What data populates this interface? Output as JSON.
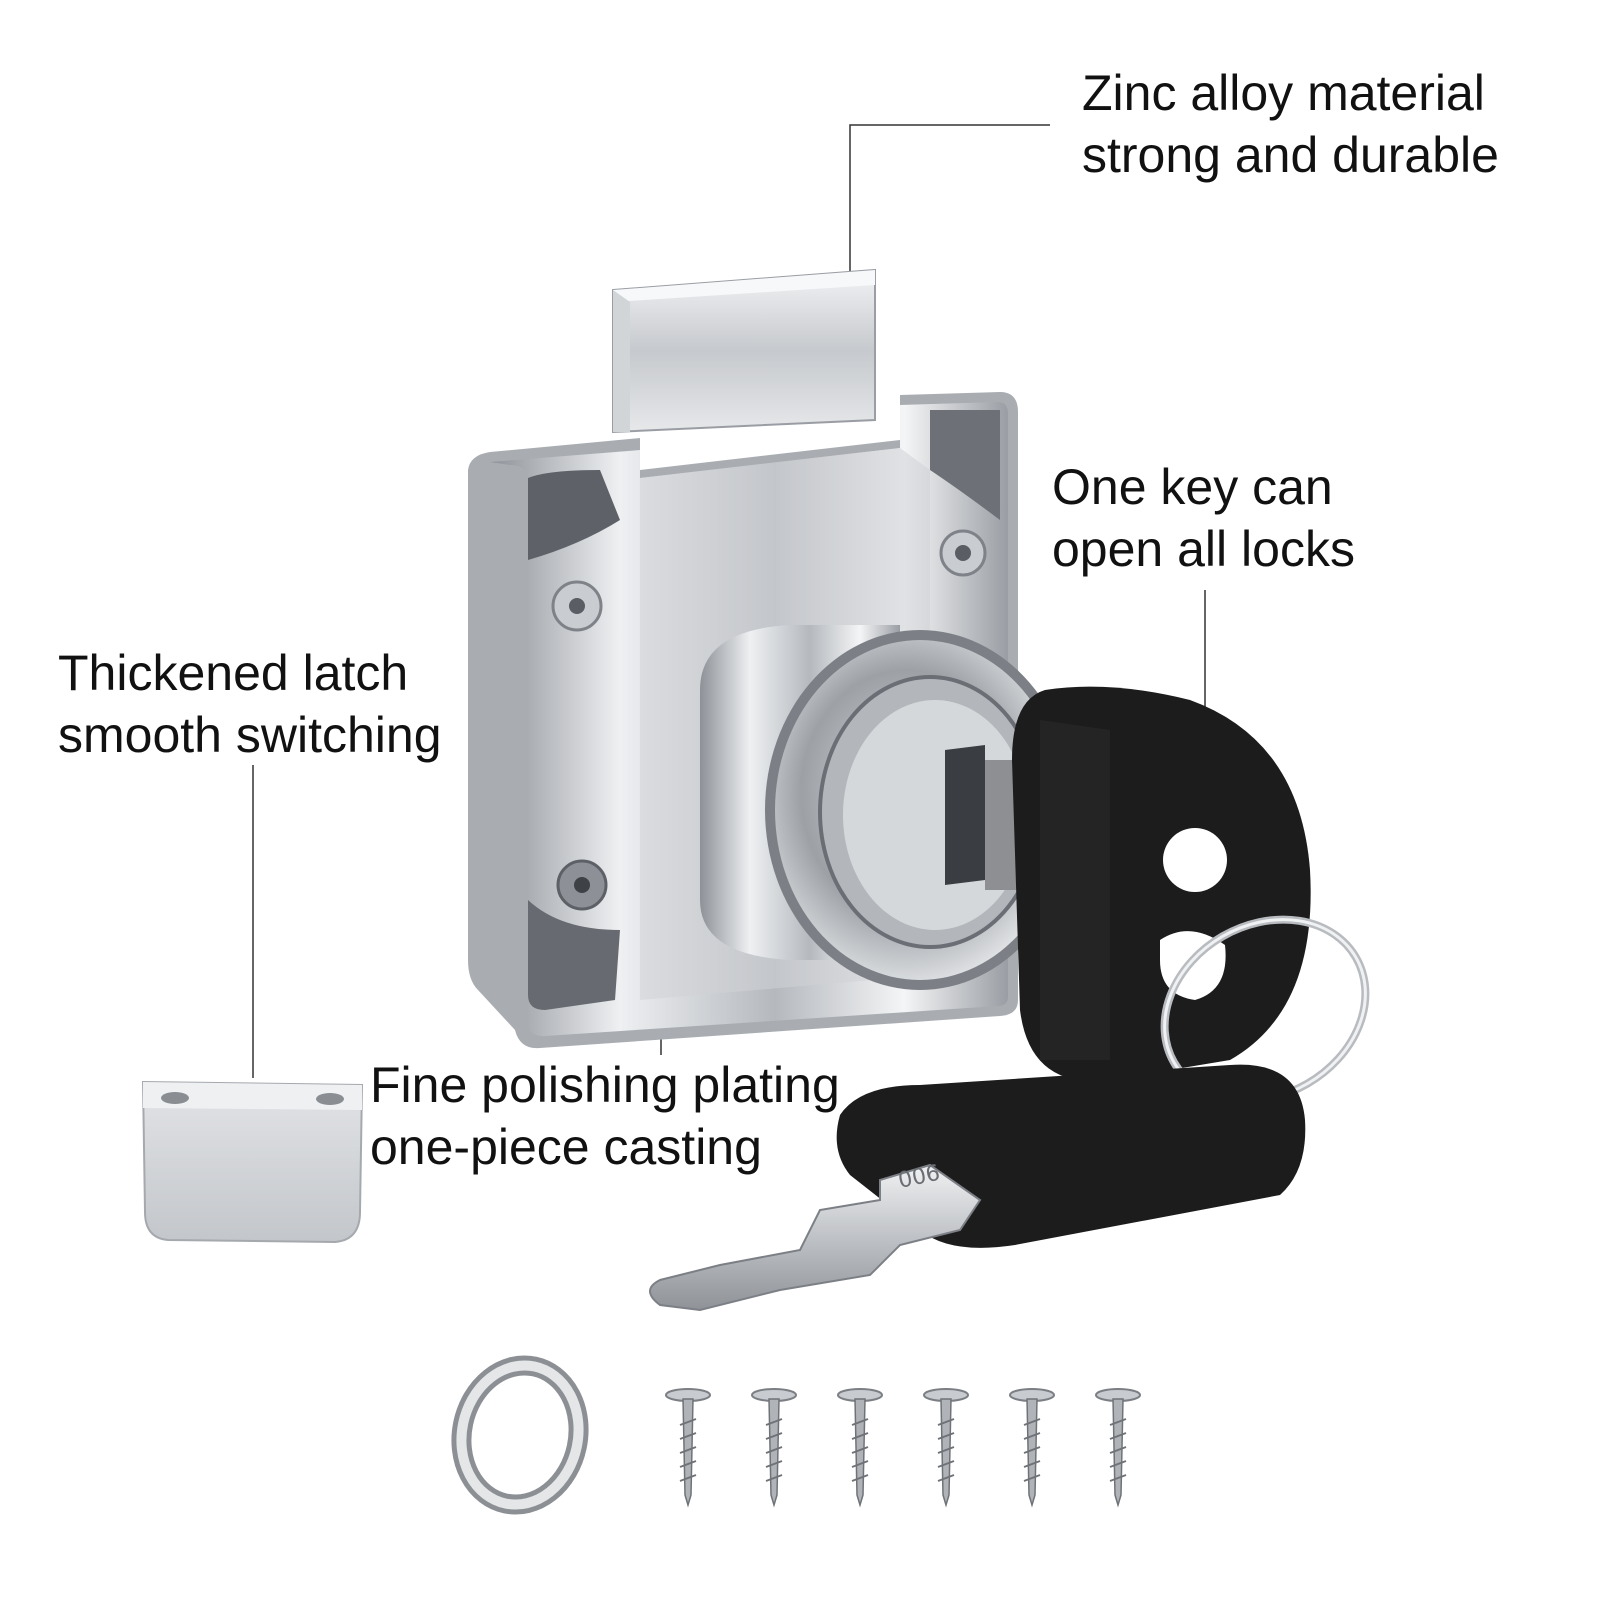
{
  "callouts": {
    "zinc": {
      "line1": "Zinc alloy material",
      "line2": "strong and durable"
    },
    "key": {
      "line1": "One key can",
      "line2": "open all locks"
    },
    "latch": {
      "line1": "Thickened latch",
      "line2": "smooth switching"
    },
    "polish": {
      "line1": "Fine polishing plating",
      "line2": "one-piece casting"
    }
  },
  "key_stamp": "006",
  "parts": {
    "screw_count": 6
  },
  "colors": {
    "background": "#ffffff",
    "chrome_light": "#e9eaec",
    "chrome_mid": "#b9bcc0",
    "chrome_dark": "#6b6f75",
    "key_black": "#1c1c1c",
    "leader_line": "#333333"
  }
}
